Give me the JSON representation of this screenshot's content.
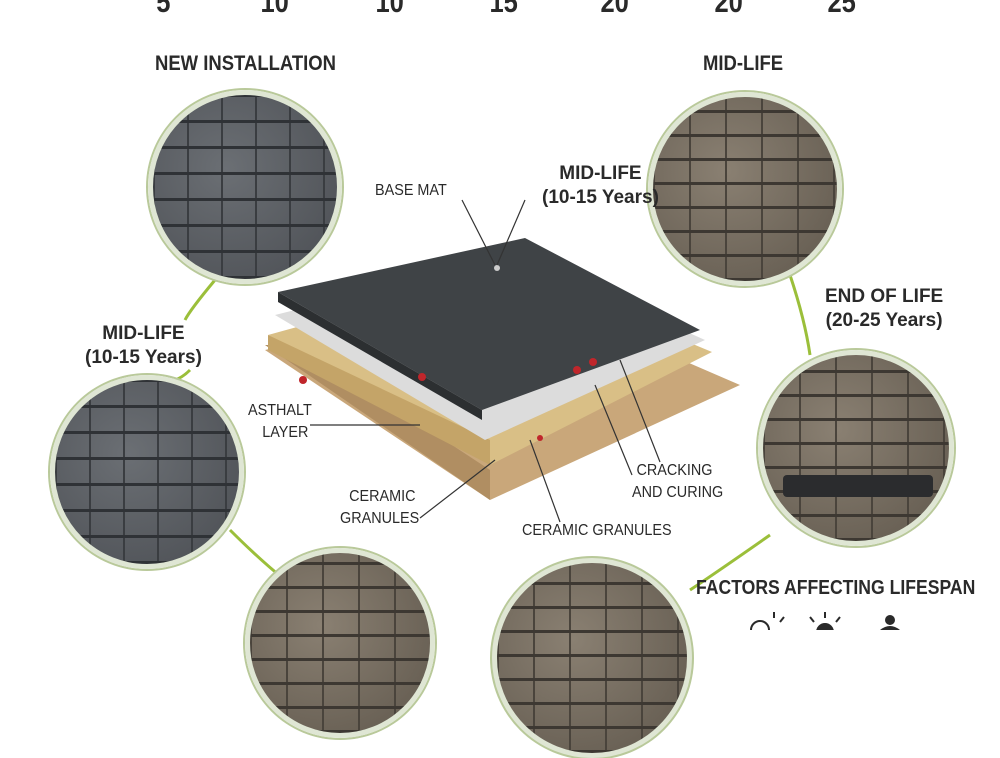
{
  "top_numbers": [
    "5",
    "10",
    "10",
    "15",
    "20",
    "20",
    "25"
  ],
  "stages": {
    "new_installation": "NEW INSTALLATION",
    "mid_life_top": "MID-LIFE",
    "mid_life_left": {
      "title": "MID-LIFE",
      "years": "(10-15 Years)"
    },
    "mid_life_center": {
      "title": "MID-LIFE",
      "years": "(10-15 Years)"
    },
    "end_of_life": {
      "title": "END OF LIFE",
      "years": "(20-25 Years)"
    }
  },
  "layer_labels": {
    "base_mat": "BASE MAT",
    "asphalt_layer": [
      "ASTHALT",
      "LAYER"
    ],
    "ceramic_granules_left": [
      "CERAMIC",
      "GRANULES"
    ],
    "ceramic_granules_bottom": "CERAMIC GRANULES",
    "cracking": [
      "CRACKING",
      "AND CURING"
    ]
  },
  "factors": {
    "title": "FACTORS AFFECTING LIFESPAN",
    "icons": [
      "sun-cloud-icon",
      "sun-icon",
      "worker-icon"
    ]
  },
  "colors": {
    "accent_line": "#9bbf3a",
    "circle_border": "#dfe6d4"
  }
}
